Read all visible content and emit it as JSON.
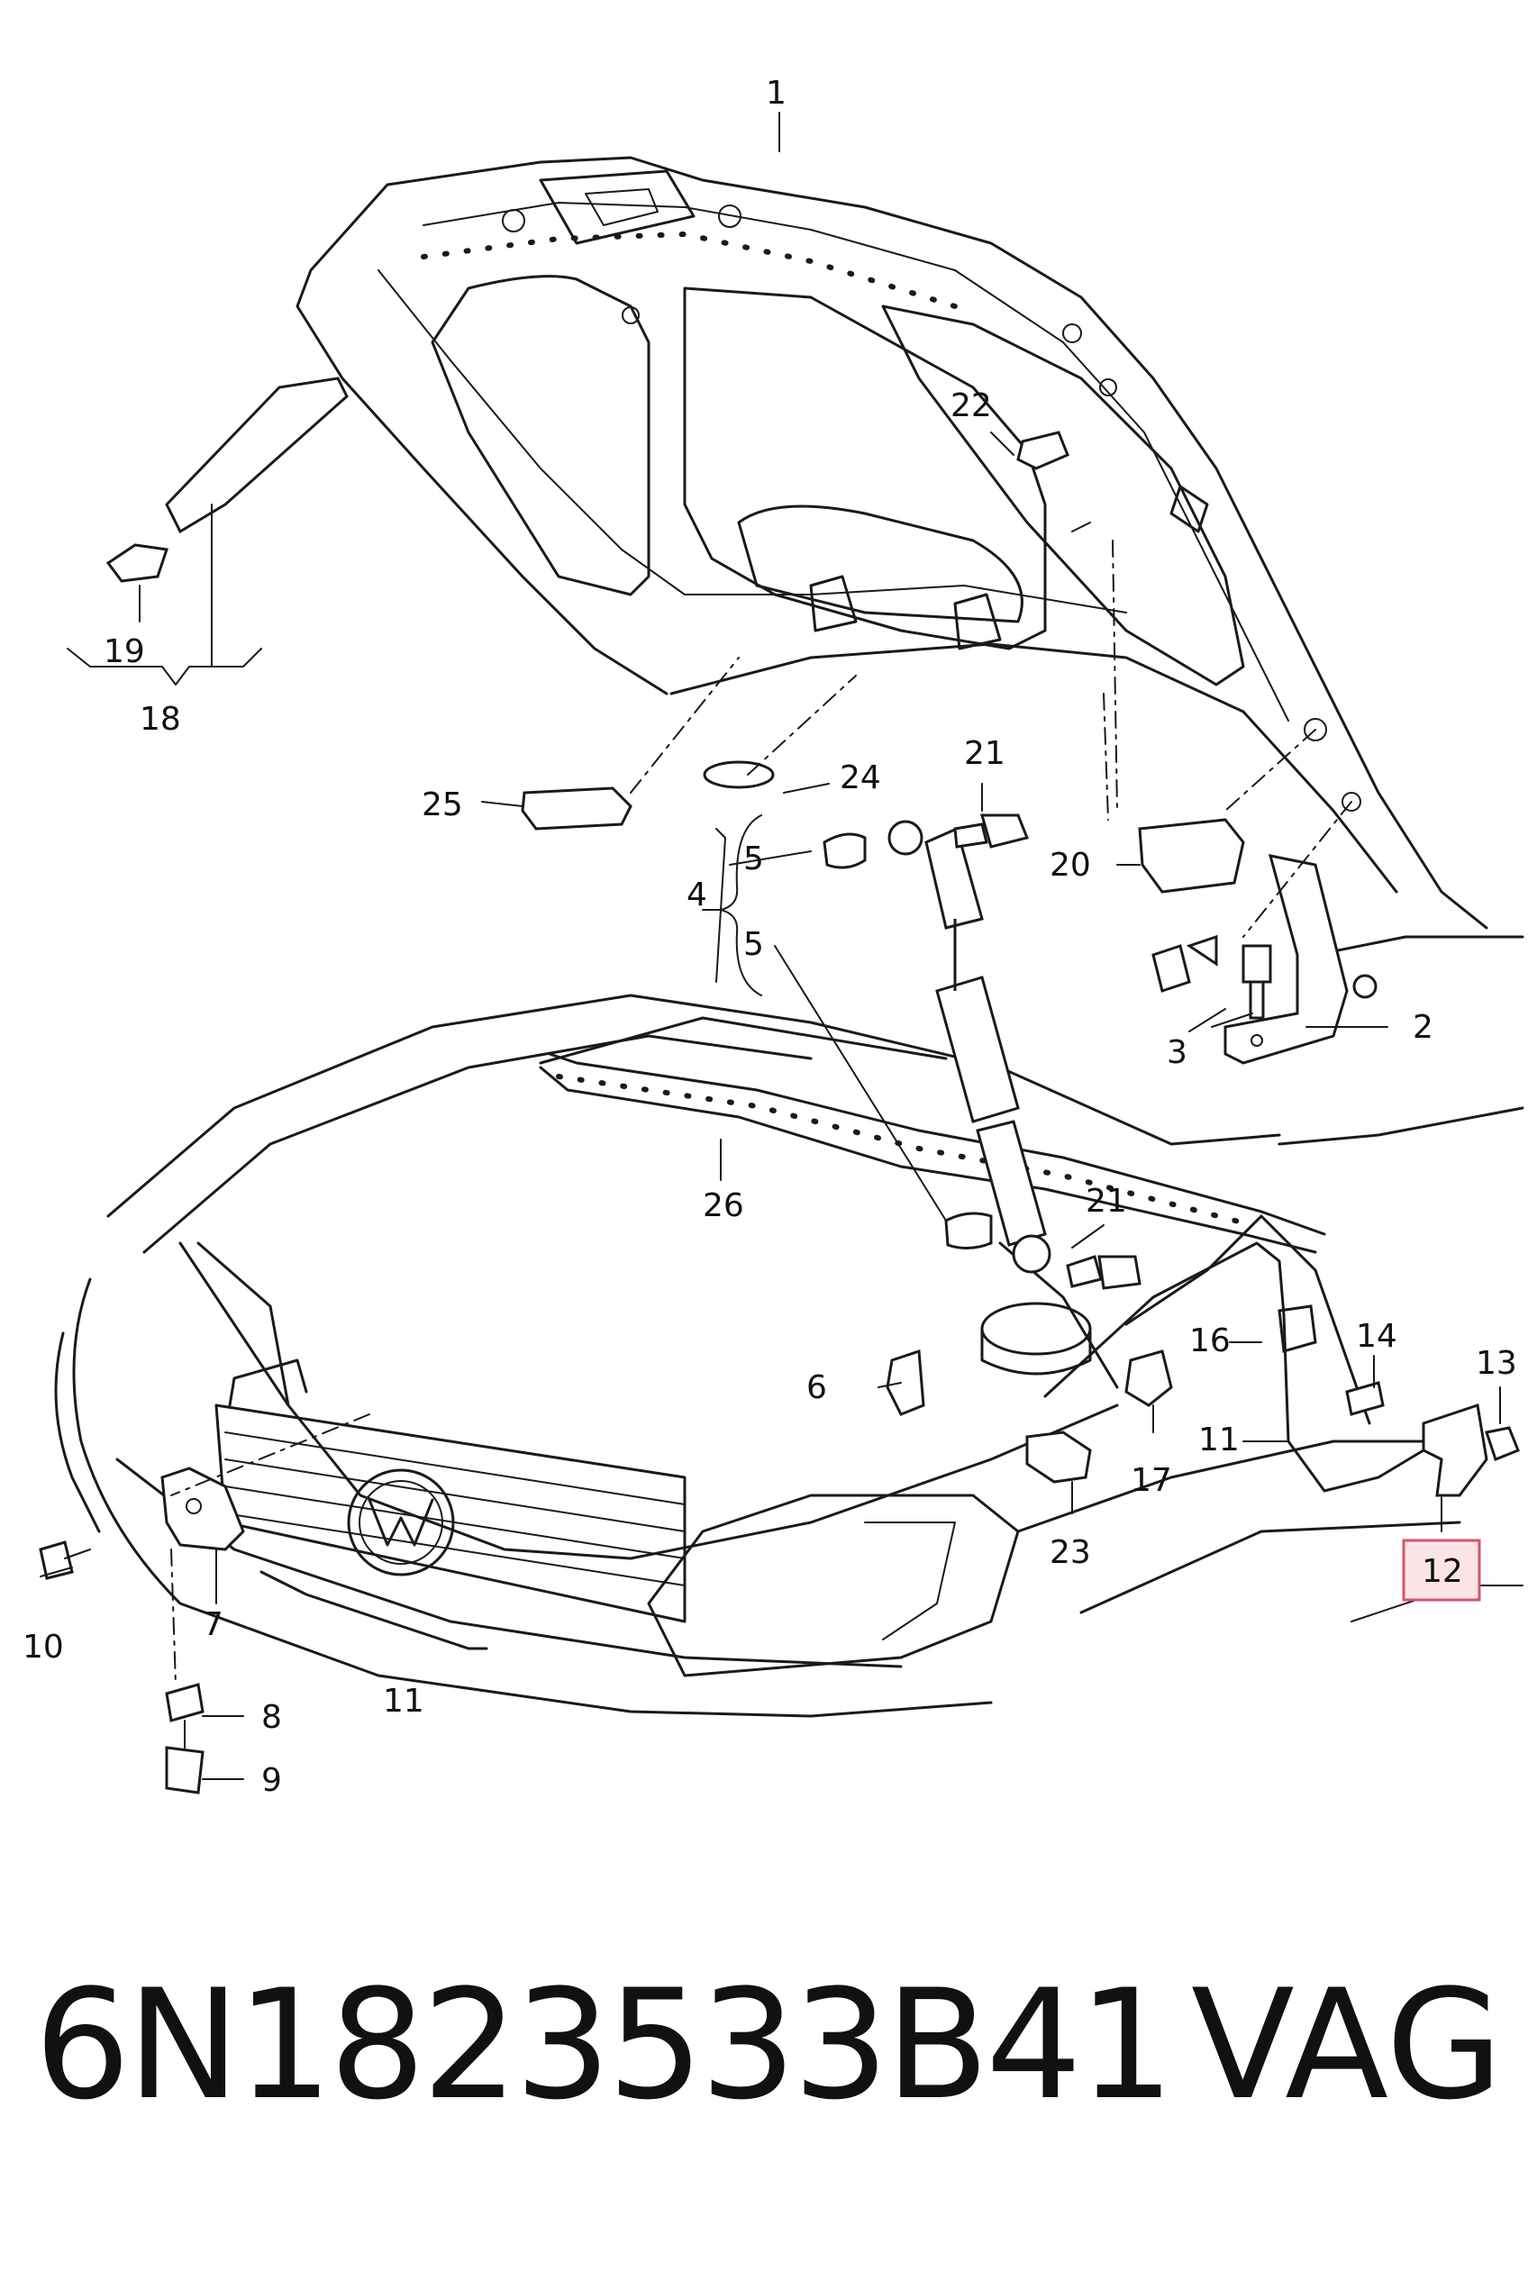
{
  "diagram": {
    "title": "",
    "highlight_color": "#d2566a",
    "callouts": {
      "c1": "1",
      "c2": "2",
      "c3": "3",
      "c4": "4",
      "c5a": "5",
      "c5b": "5",
      "c6": "6",
      "c7": "7",
      "c8": "8",
      "c9": "9",
      "c10": "10",
      "c11a": "11",
      "c11b": "11",
      "c12": "12",
      "c13": "13",
      "c14": "14",
      "c16": "16",
      "c17": "17",
      "c18": "18",
      "c19": "19",
      "c20": "20",
      "c21a": "21",
      "c21b": "21",
      "c22": "22",
      "c23": "23",
      "c24": "24",
      "c25": "25",
      "c26": "26"
    }
  },
  "footer": {
    "part_number": "6N1823533B41",
    "brand": "VAG"
  }
}
